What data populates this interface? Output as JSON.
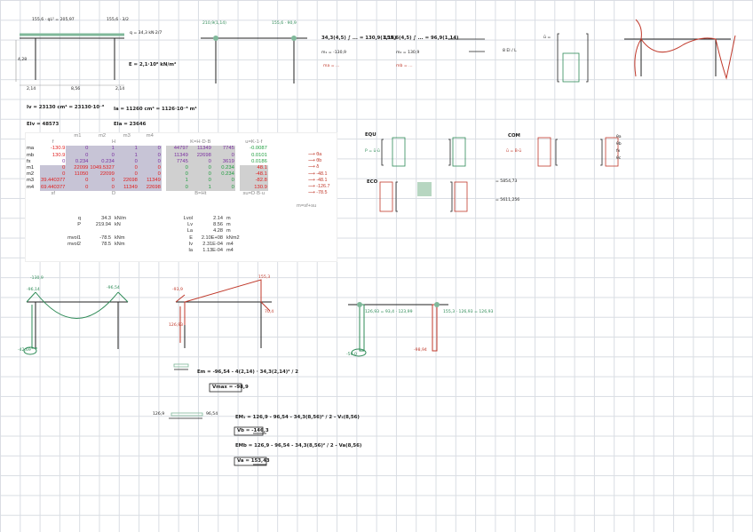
{
  "handwritten_notes": {
    "frame_top_left": "155,6 · qL² = 205,97",
    "frame_top_right": "155,6 · 3/2",
    "frame_load": "q = 34,3 kN·2/7",
    "frame_left_height": "4,28",
    "frame_modulus": "E = 2,1·10⁸ kN/m²",
    "frame_bottom_a": "2,14",
    "frame_bottom_b": "8,56",
    "frame_bottom_c": "2,14",
    "frame2_left": "210,9(1,14)",
    "frame2_right": "155,6 · 90,9",
    "eq1": "34,3(4,5) ∫ ... = 130,9(1,14)",
    "eq2": "155,6(4,5) ∫ ... = 96,9(1,14)",
    "eq_m1": "m₁ = -130,9",
    "eq_m2": "m₂ = 130,9",
    "eq_ma": "ma = ...",
    "eq_mb": "mb = ...",
    "eq_frac": "8 EI / L",
    "matrix_u": "ū =",
    "inertia_1": "Iv = 23130 cm⁴ = 23130·10⁻⁸",
    "inertia_2": "Ia = 11260 cm⁴ = 1126·10⁻⁸ m⁴",
    "ei_v": "EIv = 48573",
    "ei_a": "EIa = 23646",
    "equ_label": "EQU",
    "com_label": "COM",
    "eco_label": "ECO",
    "p_equ": "P = ū·ū",
    "ū_c": "ū = B·ū",
    "result_eco_1": "= 5854,73",
    "result_eco_2": "= 5611,256",
    "m_labels": [
      "θa",
      "θb",
      "fx",
      "θc"
    ],
    "d1_left": "-96,14",
    "d1_right": "-96,54",
    "d1_mid_label": "-130,9",
    "d1_bottom": "-42,69",
    "d2_left": "-93,9",
    "d2_right": "155,3",
    "d2_mid": "70,4",
    "d2_side": "126,93",
    "d3_left": "126,93 = 93,4 · 123,99",
    "d3_right": "155,3 · 126,93 = 126,93",
    "d3_bottom": "-98,94",
    "d3_side_bottom": "-56,0",
    "calc1": "Em = -96,54 - 4(2,14) · 34,3(2,14)² / 2",
    "calc1_box": "Vmax = -98,9",
    "calc2": "EM₁ = 126,9 - 96,54 - 34,3(8,56)² / 2 - V₁(8,56)",
    "calc2_box": "Vb = -146,3",
    "calc3": "EMb = 126,9 - 96,54 - 34,3(8,56)² / 2 - Va(8,56)",
    "calc3_box": "Va = 153,43",
    "calc_left": "126,9",
    "calc_right": "96,54"
  },
  "sheet": {
    "top_headers": [
      "m1",
      "m2",
      "m3",
      "m4"
    ],
    "group_headers": {
      "f": "f",
      "h": "H",
      "k": "K=H·D·B",
      "u": "u=K-1·f"
    },
    "rows": [
      {
        "label": "ma",
        "f": "-130.9",
        "h": [
          "0",
          "1",
          "1",
          "0"
        ],
        "k": [
          "44797",
          "11349",
          "7745"
        ],
        "u": "-0.0087",
        "note": "θa"
      },
      {
        "label": "mb",
        "f": "130.9",
        "h": [
          "0",
          "0",
          "1",
          "0"
        ],
        "k": [
          "11349",
          "22698",
          "0"
        ],
        "u": "0.0101",
        "note": "θb"
      },
      {
        "label": "fx",
        "f": "0",
        "h": [
          "0.234",
          "0.234",
          "0",
          "0"
        ],
        "k": [
          "7745",
          "0",
          "3619"
        ],
        "u": "0.0186",
        "note": "δ"
      },
      {
        "label": "m1",
        "f": "0",
        "h": [
          "22099",
          "1049.5327",
          "0",
          "0"
        ],
        "k": [
          "0",
          "0",
          "0.234"
        ],
        "u": "48.1",
        "note": "-48.1"
      },
      {
        "label": "m2",
        "f": "0",
        "h": [
          "11050",
          "22099",
          "0",
          "0"
        ],
        "k": [
          "0",
          "0",
          "0.234"
        ],
        "u": "-48.1",
        "note": "-48.1"
      },
      {
        "label": "m3",
        "f": "39.440377",
        "h": [
          "0",
          "0",
          "22698",
          "11349"
        ],
        "k": [
          "1",
          "0",
          "0"
        ],
        "u": "-82.8",
        "note": "-126.7"
      },
      {
        "label": "m4",
        "f": "69.440377",
        "h": [
          "0",
          "0",
          "11349",
          "22698"
        ],
        "k": [
          "0",
          "1",
          "0"
        ],
        "u": "130.9",
        "note": "-78.5"
      }
    ],
    "bottom_headers": {
      "sf": "sf",
      "d": "D",
      "b": "B=Ht",
      "su": "su=D·B·u",
      "m": "m=sf+su"
    },
    "params_left": [
      {
        "name": "q",
        "value": "34.3",
        "unit": "kN/m"
      },
      {
        "name": "P",
        "value": "219.94",
        "unit": "kN"
      },
      {
        "name": "",
        "value": "",
        "unit": ""
      },
      {
        "name": "mvol1",
        "value": "-78.5",
        "unit": "kNm"
      },
      {
        "name": "mvol2",
        "value": "78.5",
        "unit": "kNm"
      }
    ],
    "params_right": [
      {
        "name": "Lvol",
        "value": "2.14",
        "unit": "m"
      },
      {
        "name": "Lv",
        "value": "8.56",
        "unit": "m"
      },
      {
        "name": "La",
        "value": "4.28",
        "unit": "m"
      },
      {
        "name": "E",
        "value": "2.10E+08",
        "unit": "kNm2"
      },
      {
        "name": "Iv",
        "value": "2.31E-04",
        "unit": "m4"
      },
      {
        "name": "Ia",
        "value": "1.13E-04",
        "unit": "m4"
      }
    ]
  }
}
